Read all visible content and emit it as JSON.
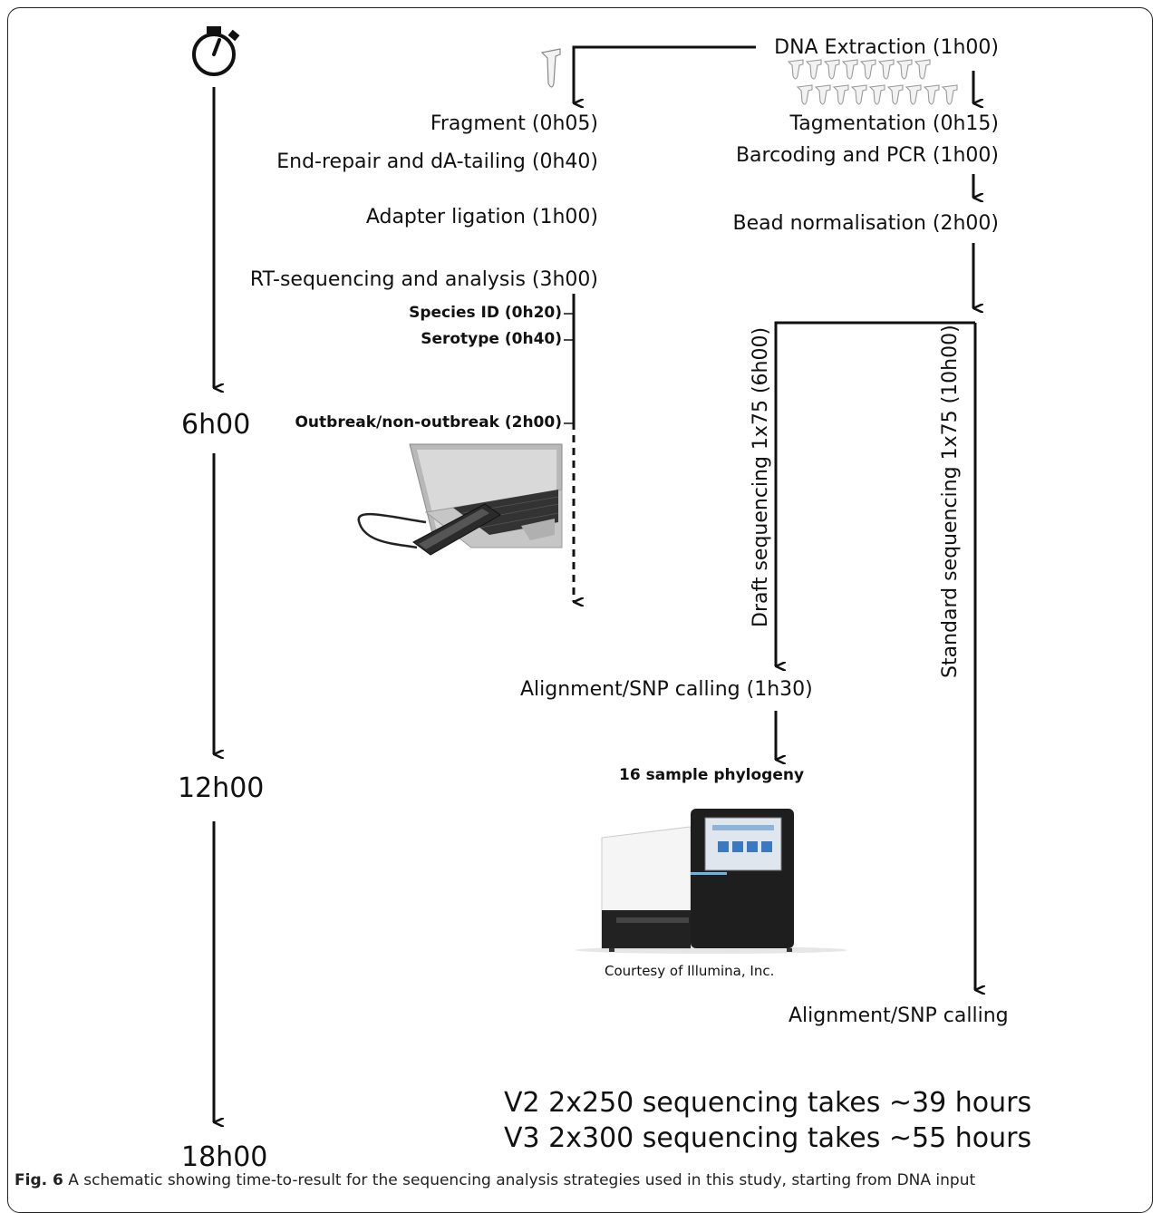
{
  "timeline": {
    "marks": [
      "6h00",
      "12h00",
      "18h00"
    ]
  },
  "minion_path": {
    "fragment": "Fragment (0h05)",
    "end_repair": "End-repair and dA-tailing (0h40)",
    "adapter_ligation": "Adapter ligation (1h00)",
    "rt_sequencing": "RT-sequencing and analysis (3h00)",
    "species_id": "Species ID (0h20)",
    "serotype": "Serotype (0h40)",
    "outbreak": "Outbreak/non-outbreak (2h00)"
  },
  "miseq_path": {
    "dna_extraction": "DNA Extraction (1h00)",
    "tagmentation": "Tagmentation (0h15)",
    "barcoding": "Barcoding and PCR (1h00)",
    "bead_normalisation": "Bead normalisation (2h00)",
    "draft_sequencing": "Draft sequencing 1x75 (6h00)",
    "standard_sequencing": "Standard sequencing 1x75  (10h00)",
    "alignment_draft": "Alignment/SNP calling (1h30)",
    "phylogeny": "16 sample phylogeny",
    "courtesy": "Courtesy of Illumina, Inc.",
    "alignment_standard": "Alignment/SNP calling"
  },
  "notes": [
    "V2 2x250 sequencing takes ~39 hours",
    "V3 2x300 sequencing takes ~55 hours"
  ],
  "caption": {
    "label": "Fig. 6",
    "text": " A schematic showing time-to-result for the sequencing analysis strategies used in this study, starting from DNA input"
  },
  "icons": [
    "stopwatch-icon",
    "tube-icon",
    "tube-rack-icon",
    "laptop-minion-image",
    "miseq-instrument-image"
  ]
}
